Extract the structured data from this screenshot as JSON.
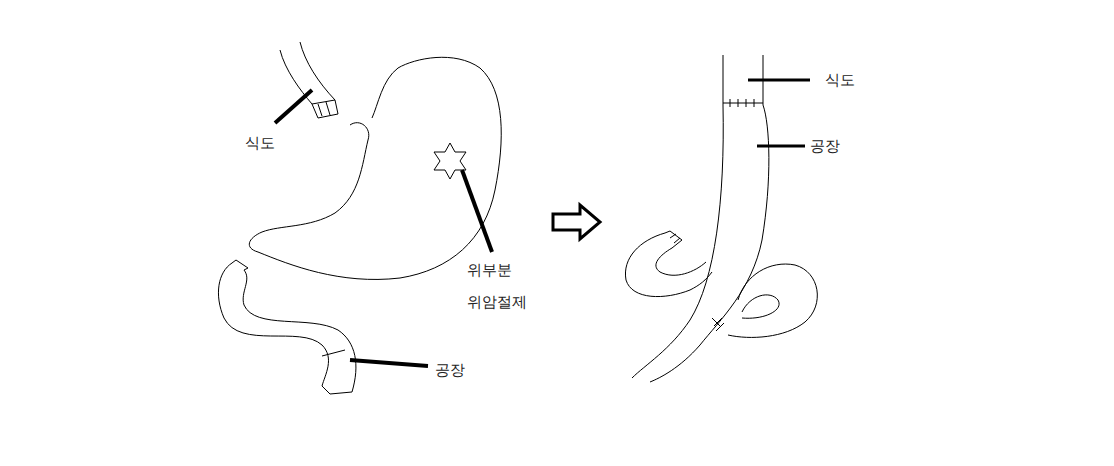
{
  "diagram": {
    "labels": [
      "식도",
      "위부분 위암절제",
      "공장",
      "식도",
      "공장"
    ]
  }
}
